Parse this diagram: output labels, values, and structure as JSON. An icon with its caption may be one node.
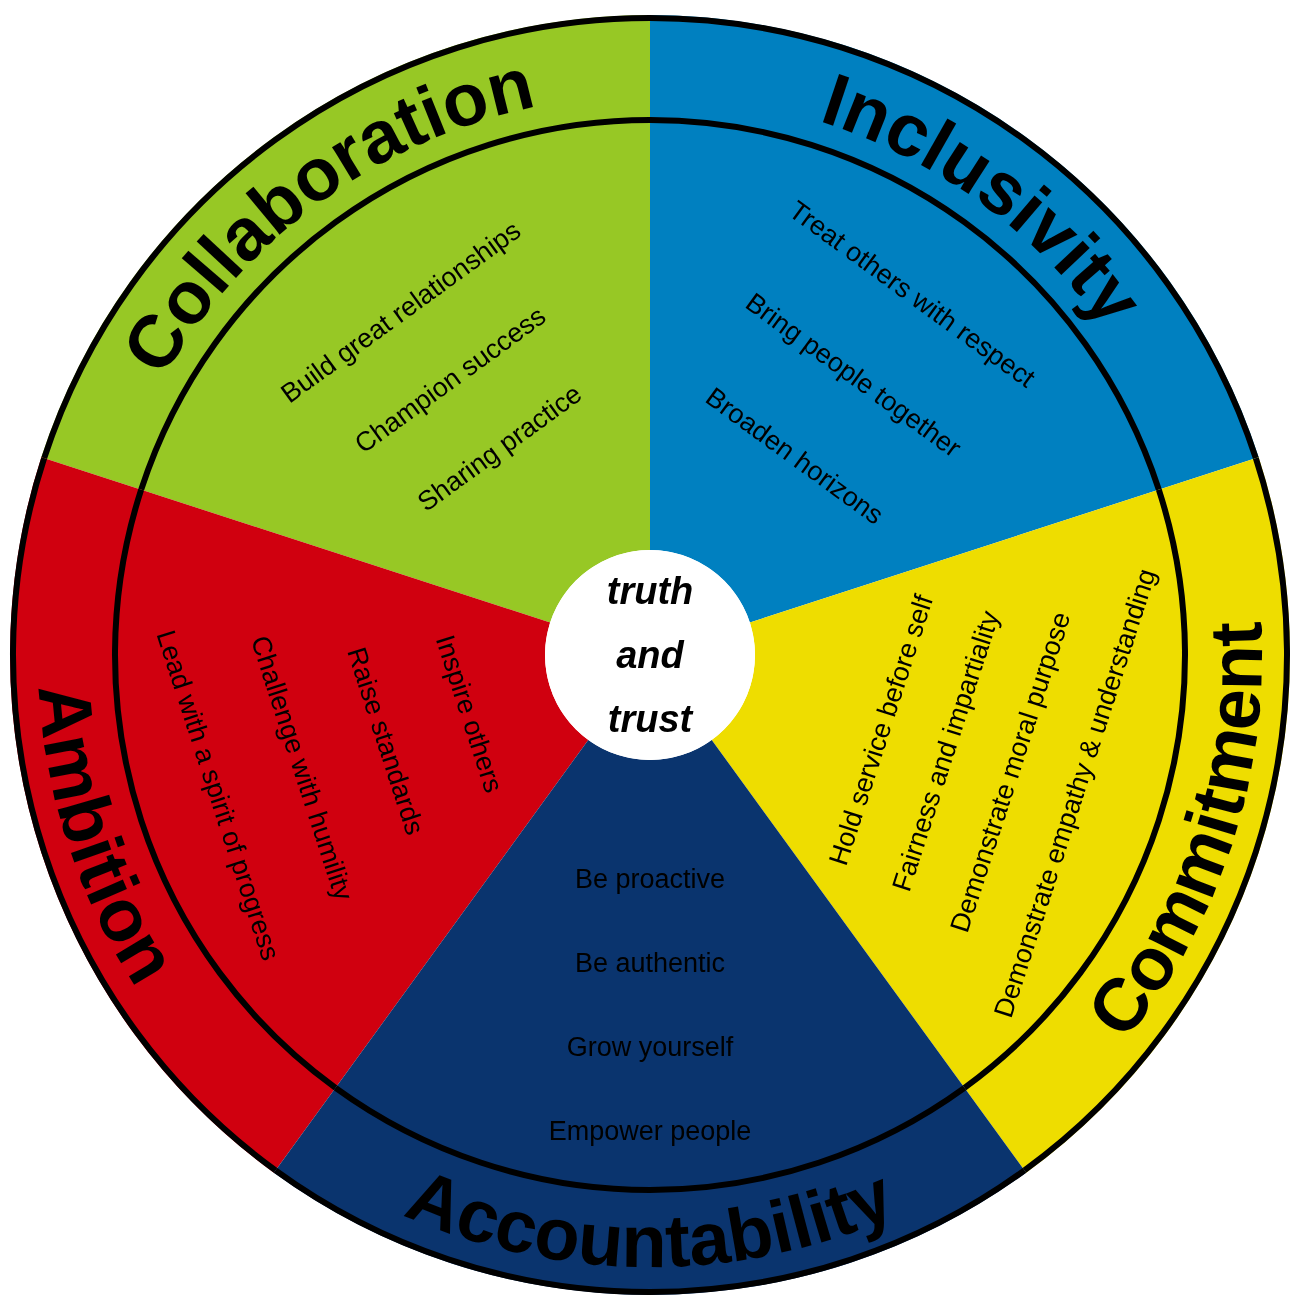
{
  "diagram": {
    "nodes": [
      {
        "text": [
          "Collaboration",
          "Build great relationships",
          "Champion success",
          "Sharing practice"
        ]
      },
      {
        "text": [
          "Inclusivity",
          "Treat others with respect",
          "Bring people together",
          "Broaden horizons"
        ]
      },
      {
        "text": [
          "Ambition",
          "Inspire others",
          "Raise standards",
          "Challenge with humility",
          "Lead with a spirit of progress"
        ]
      },
      {
        "text": [
          "truth and trust"
        ]
      },
      {
        "text": [
          "Commitment",
          "Hold service before self",
          "Fairness and impartiality",
          "Demonstrate moral purpose",
          "Demonstrate empathy & understanding"
        ]
      },
      {
        "text": [
          "Accountability",
          "Be proactive",
          "Be authentic",
          "Grow yourself",
          "Empower people"
        ]
      }
    ]
  }
}
